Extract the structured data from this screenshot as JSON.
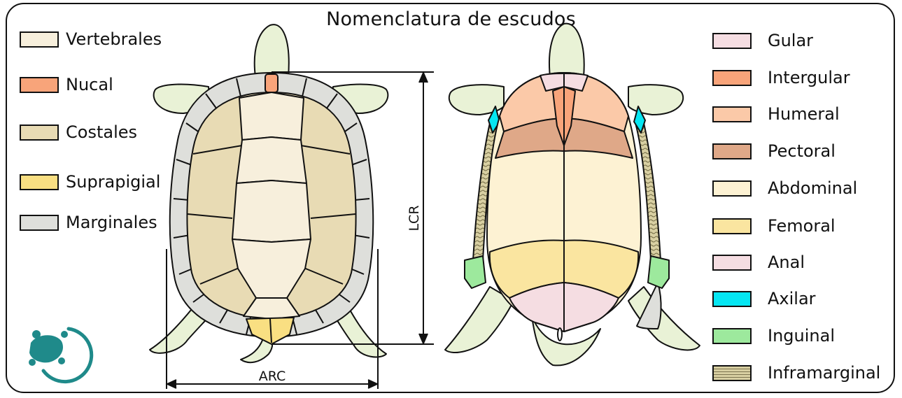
{
  "title": "Nomenclatura de escudos",
  "legend_left": [
    {
      "label": "Vertebrales",
      "color": "#f7efdc"
    },
    {
      "label": "Nucal",
      "color": "#f8a47a"
    },
    {
      "label": "Costales",
      "color": "#e8dbb4"
    },
    {
      "label": "Suprapigial",
      "color": "#f9df82"
    },
    {
      "label": "Marginales",
      "color": "#dedfdb"
    }
  ],
  "legend_right": [
    {
      "label": "Gular",
      "color": "#f5dde2"
    },
    {
      "label": "Intergular",
      "color": "#f8a47a"
    },
    {
      "label": "Humeral",
      "color": "#fbc9a8"
    },
    {
      "label": "Pectoral",
      "color": "#dfa888"
    },
    {
      "label": "Abdominal",
      "color": "#fdf2d3"
    },
    {
      "label": "Femoral",
      "color": "#fae5a0"
    },
    {
      "label": "Anal",
      "color": "#f5dde2"
    },
    {
      "label": "Axilar",
      "color": "#06e6f2"
    },
    {
      "label": "Inguinal",
      "color": "#9de99d"
    },
    {
      "label": "Inframarginal",
      "color": "#d8cfa2"
    }
  ],
  "measurements": {
    "lcr": "LCR",
    "arc": "ARC"
  },
  "colors": {
    "skin": "#e9f2d6",
    "outline": "#111111",
    "logo": "#1f8a8a"
  }
}
